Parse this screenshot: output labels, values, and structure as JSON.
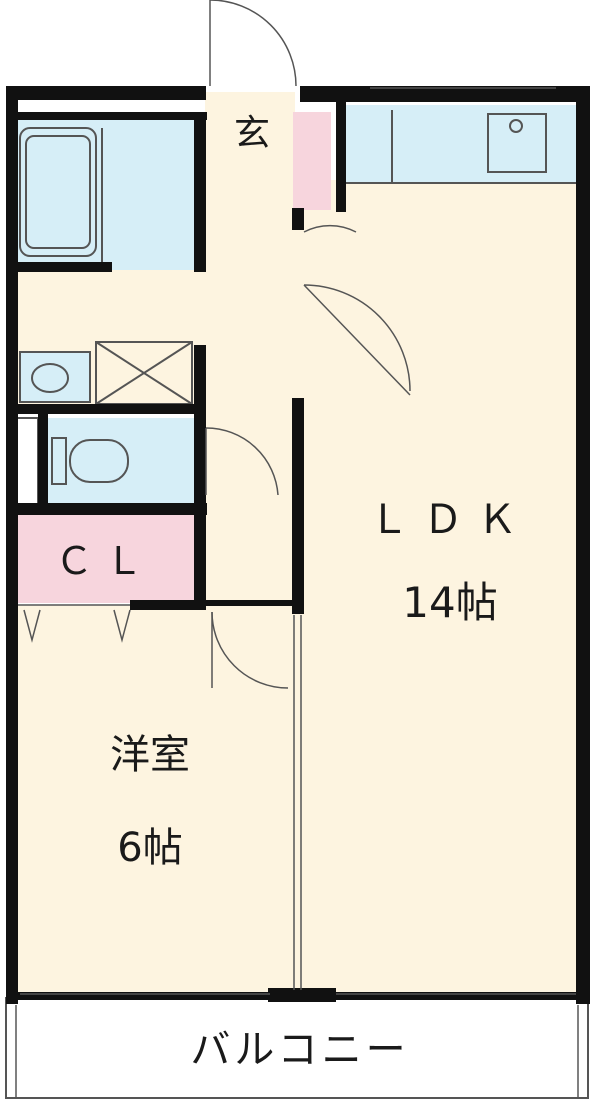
{
  "rooms": {
    "ldk": {
      "label": "ＬＤＫ",
      "size": "14帖"
    },
    "western": {
      "label": "洋室",
      "size": "6帖"
    },
    "closet": {
      "label": "ＣＬ"
    },
    "entrance": {
      "label": "玄"
    },
    "balcony": {
      "label": "バルコニー"
    }
  },
  "colors": {
    "floor": "#fdf4e0",
    "wet_area": "#d6eef7",
    "closet": "#f7d5dd",
    "wall": "#111111",
    "fixture_line": "#555555"
  }
}
